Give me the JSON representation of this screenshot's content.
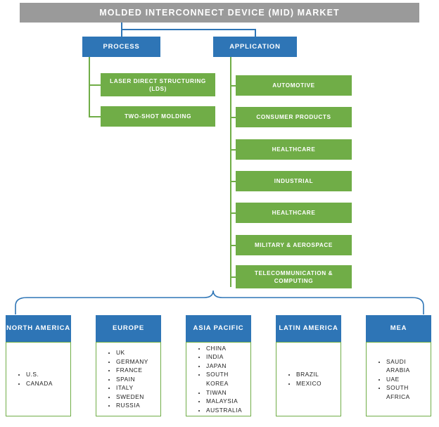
{
  "title": "MOLDED INTERCONNECT DEVICE (MID) MARKET",
  "branches": {
    "process": {
      "label": "PROCESS",
      "children": [
        "LASER DIRECT STRUCTURING (LDS)",
        "TWO-SHOT MOLDING"
      ]
    },
    "application": {
      "label": "APPLICATION",
      "children": [
        "AUTOMOTIVE",
        "CONSUMER PRODUCTS",
        "HEALTHCARE",
        "INDUSTRIAL",
        "HEALTHCARE",
        "MILITARY & AEROSPACE",
        "TELECOMMUNICATION & COMPUTING"
      ]
    }
  },
  "regions": [
    {
      "name": "NORTH AMERICA",
      "countries": [
        "U.S.",
        "CANADA"
      ]
    },
    {
      "name": "EUROPE",
      "countries": [
        "UK",
        "GERMANY",
        "FRANCE",
        "SPAIN",
        "ITALY",
        "SWEDEN",
        "RUSSIA"
      ]
    },
    {
      "name": "ASIA PACIFIC",
      "countries": [
        "CHINA",
        "INDIA",
        "JAPAN",
        "SOUTH KOREA",
        "TIWAN",
        "MALAYSIA",
        "AUSTRALIA"
      ]
    },
    {
      "name": "LATIN AMERICA",
      "countries": [
        "BRAZIL",
        "MEXICO"
      ]
    },
    {
      "name": "MEA",
      "countries": [
        "SAUDI ARABIA",
        "UAE",
        "SOUTH AFRICA"
      ]
    }
  ],
  "colors": {
    "title_bar": "#9a9a9a",
    "blue": "#2e75b6",
    "green": "#70ad47",
    "text_light": "#ffffff"
  }
}
